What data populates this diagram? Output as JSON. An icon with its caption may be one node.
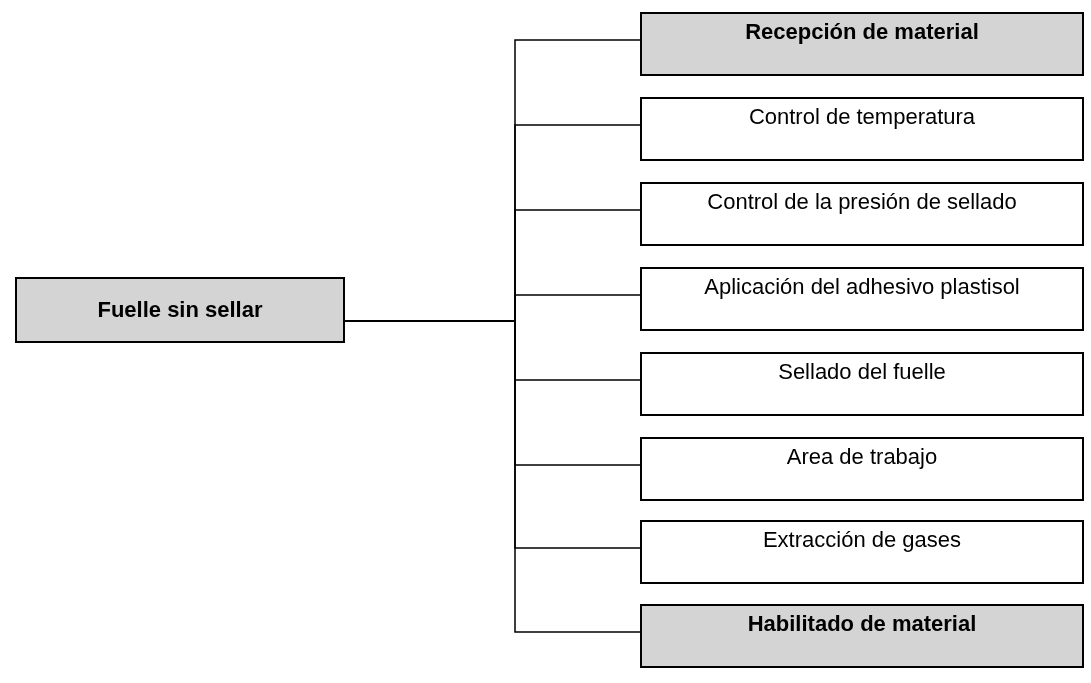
{
  "diagram": {
    "nodes": [
      {
        "text": [
          "Fuelle sin sellar"
        ]
      },
      {
        "text": [
          "Recepción de material"
        ]
      },
      {
        "text": [
          "Control de temperatura"
        ]
      },
      {
        "text": [
          "Control de la presión de sellado"
        ]
      },
      {
        "text": [
          "Aplicación del adhesivo plastisol"
        ]
      },
      {
        "text": [
          "Sellado del fuelle"
        ]
      },
      {
        "text": [
          "Area de trabajo"
        ]
      },
      {
        "text": [
          "Extracción de gases"
        ]
      },
      {
        "text": [
          "Habilitado de material"
        ]
      }
    ],
    "edges": [
      {
        "from": 0,
        "to": 1,
        "arrow": "none"
      },
      {
        "from": 0,
        "to": 2,
        "arrow": "none"
      },
      {
        "from": 0,
        "to": 3,
        "arrow": "none"
      },
      {
        "from": 0,
        "to": 4,
        "arrow": "none"
      },
      {
        "from": 0,
        "to": 5,
        "arrow": "none"
      },
      {
        "from": 0,
        "to": 6,
        "arrow": "none"
      },
      {
        "from": 0,
        "to": 7,
        "arrow": "none"
      },
      {
        "from": 0,
        "to": 8,
        "arrow": "none"
      }
    ]
  }
}
